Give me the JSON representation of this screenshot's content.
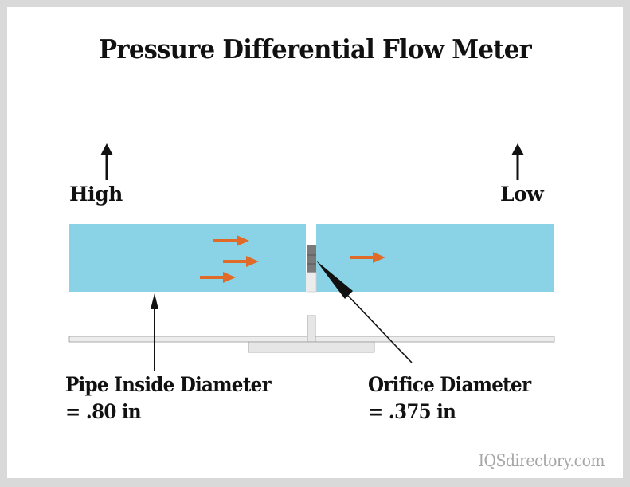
{
  "title": "Pressure Differential Flow Meter",
  "pressure_labels": {
    "high": "High",
    "low": "Low"
  },
  "callouts": {
    "pipe": {
      "line1": "Pipe Inside Diameter",
      "line2": "= .80 in"
    },
    "orifice": {
      "line1": "Orifice Diameter",
      "line2": "= .375 in"
    }
  },
  "watermark": "IQSdirectory.com",
  "colors": {
    "fluid": "#8ad3e6",
    "flow_arrow": "#e06b28",
    "orifice_plate": "#777777",
    "frame": "#d9d9d9",
    "support": "#e6e6e6"
  },
  "icons": {
    "pressure_arrow": "up-arrow-icon",
    "flow_arrow": "right-arrow-icon",
    "pointer": "leader-line-arrow-icon"
  }
}
